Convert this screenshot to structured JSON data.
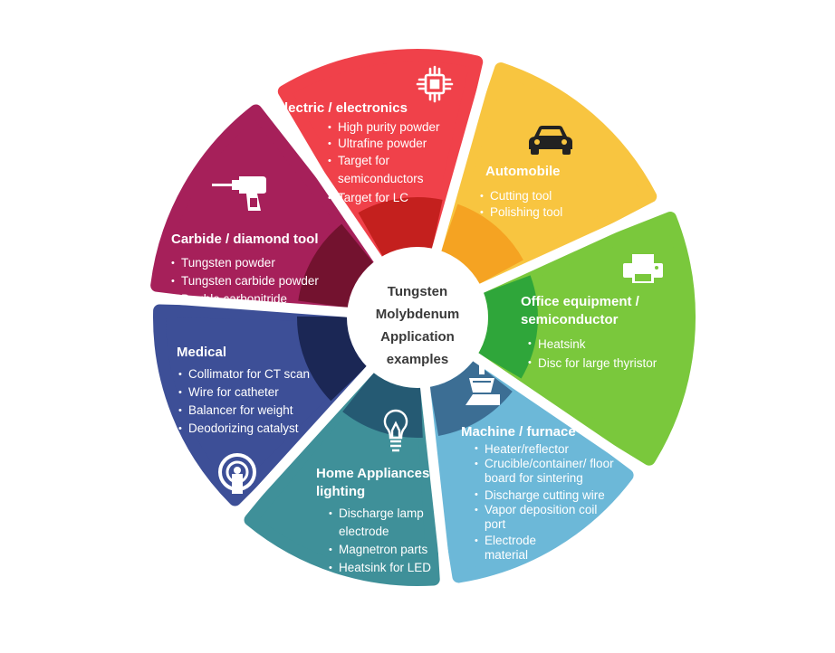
{
  "center": {
    "lines": [
      "Tungsten",
      "Molybdenum",
      "Application",
      "examples"
    ]
  },
  "segments": [
    {
      "key": "electric",
      "title": [
        "Electric / electronics"
      ],
      "items": [
        "High purity powder",
        "Ultrafine powder",
        "Target for semiconductors",
        "Target for LC"
      ],
      "color": "#f0414a",
      "inner_color": "#c4201e",
      "icon": "circuit-chip-icon"
    },
    {
      "key": "automobile",
      "title": [
        "Automobile"
      ],
      "items": [
        "Cutting tool",
        "Polishing tool"
      ],
      "color": "#f8c540",
      "inner_color": "#f5a322",
      "icon": "car-icon"
    },
    {
      "key": "office",
      "title": [
        "Office equipment /",
        "semiconductor"
      ],
      "items": [
        "Heatsink",
        "Disc for large thyristor"
      ],
      "color": "#7ac83c",
      "inner_color": "#2fa63a",
      "icon": "printer-icon"
    },
    {
      "key": "machine",
      "title": [
        "Machine / furnace"
      ],
      "items": [
        "Heater/reflector",
        "Crucible/container/ floor board for sintering",
        "Discharge cutting wire",
        "Vapor deposition coil port",
        "Electrode material"
      ],
      "color": "#6cb8d8",
      "inner_color": "#3c6e94",
      "icon": "crucible-icon"
    },
    {
      "key": "home",
      "title": [
        "Home Appliances /",
        "lighting"
      ],
      "items": [
        "Discharge lamp electrode",
        "Magnetron parts",
        "Heatsink for LED"
      ],
      "color": "#3f9099",
      "inner_color": "#255a73",
      "icon": "light-bulb-icon"
    },
    {
      "key": "medical",
      "title": [
        "Medical"
      ],
      "items": [
        "Collimator for CT scan",
        "Wire for catheter",
        "Balancer for weight",
        "Deodorizing catalyst"
      ],
      "color": "#3d4f97",
      "inner_color": "#1b2755",
      "icon": "ct-scanner-icon"
    },
    {
      "key": "carbide",
      "title": [
        "Carbide / diamond tool"
      ],
      "items": [
        "Tungsten powder",
        "Tungsten carbide powder",
        "Double carbonitride"
      ],
      "color": "#a6205a",
      "inner_color": "#73122f",
      "icon": "drill-icon"
    }
  ]
}
